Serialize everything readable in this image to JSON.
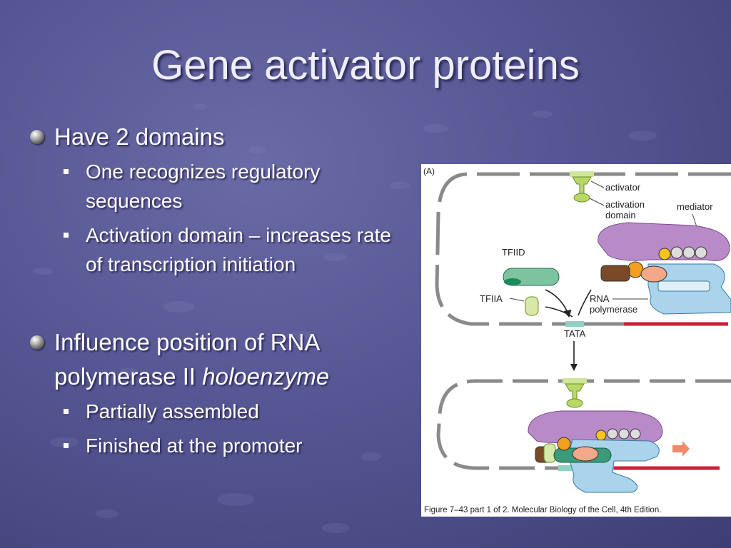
{
  "slide": {
    "title": "Gene activator proteins",
    "bullets": [
      {
        "text": "Have 2 domains",
        "sub": [
          "One recognizes regulatory sequences",
          "Activation domain – increases rate of transcription initiation"
        ]
      },
      {
        "text": "Influence position of RNA polymerase II ",
        "emphasis": "holoenzyme",
        "sub": [
          "Partially assembled",
          "Finished at the promoter"
        ]
      }
    ]
  },
  "figure": {
    "panel_label": "(A)",
    "labels": {
      "activator": "activator",
      "activation_domain_1": "activation",
      "activation_domain_2": "domain",
      "mediator": "mediator",
      "tfiid": "TFIID",
      "tfiia": "TFIIA",
      "rna": "RNA",
      "polymerase": "polymerase",
      "tata": "TATA"
    },
    "caption": "Figure 7–43 part 1 of 2. Molecular Biology of the Cell, 4th Edition.",
    "colors": {
      "dna": "#8a8a8a",
      "transcribed_region": "#cc1f3a",
      "activator": "#b8d86a",
      "mediator": "#b98ac8",
      "tfiid": "#7cc4a0",
      "polymerase": "#a9d4ec",
      "tata_box": "#8ed1c2",
      "transcription_arrow": "#f08a6a"
    }
  }
}
